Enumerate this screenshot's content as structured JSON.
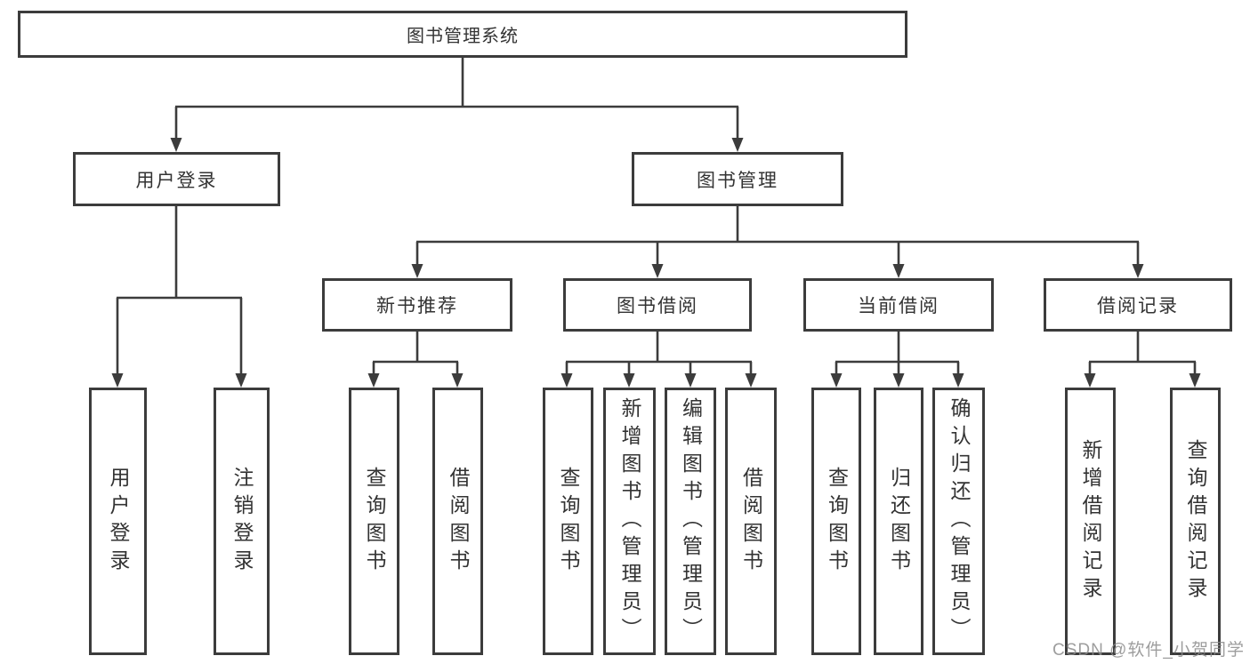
{
  "diagram": {
    "root": {
      "label": "图书管理系统"
    },
    "branches": [
      {
        "label": "用户登录",
        "children": [
          {
            "label": "用户登录"
          },
          {
            "label": "注销登录"
          }
        ]
      },
      {
        "label": "图书管理",
        "children": [
          {
            "label": "新书推荐",
            "children": [
              {
                "label": "查询图书"
              },
              {
                "label": "借阅图书"
              }
            ]
          },
          {
            "label": "图书借阅",
            "children": [
              {
                "label": "查询图书"
              },
              {
                "label": "新增图书（管理员）"
              },
              {
                "label": "编辑图书（管理员）"
              },
              {
                "label": "借阅图书"
              }
            ]
          },
          {
            "label": "当前借阅",
            "children": [
              {
                "label": "查询图书"
              },
              {
                "label": "归还图书"
              },
              {
                "label": "确认归还（管理员）"
              }
            ]
          },
          {
            "label": "借阅记录",
            "children": [
              {
                "label": "新增借阅记录"
              },
              {
                "label": "查询借阅记录"
              }
            ]
          }
        ]
      }
    ],
    "watermark": "CSDN @软件_小贺同学",
    "colors": {
      "line": "#3c3c3c",
      "text": "#333333",
      "background": "#ffffff",
      "watermark": "#8c8c8c"
    }
  }
}
